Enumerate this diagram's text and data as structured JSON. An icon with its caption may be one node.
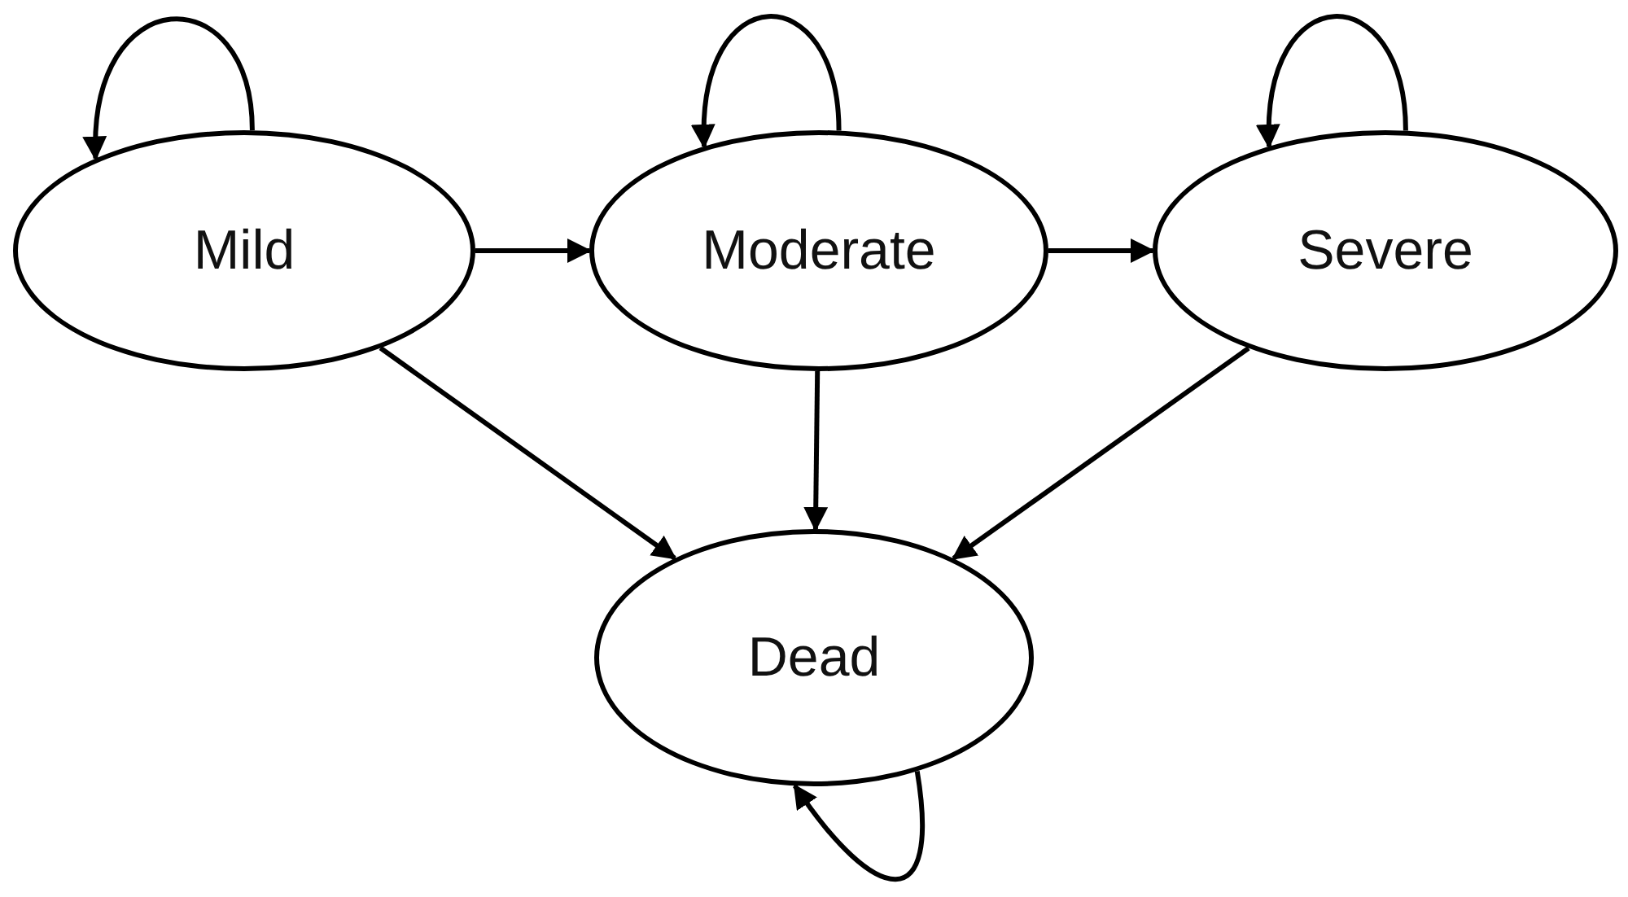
{
  "diagram": {
    "nodes": [
      {
        "text": [
          "Mild"
        ]
      },
      {
        "text": [
          "Moderate"
        ]
      },
      {
        "text": [
          "Severe"
        ]
      },
      {
        "text": [
          "Dead"
        ]
      }
    ],
    "edges": [
      {
        "from": 0,
        "to": 0,
        "arrow": "to"
      },
      {
        "from": 1,
        "to": 1,
        "arrow": "to"
      },
      {
        "from": 2,
        "to": 2,
        "arrow": "to"
      },
      {
        "from": 0,
        "to": 1,
        "arrow": "to"
      },
      {
        "from": 1,
        "to": 2,
        "arrow": "to"
      },
      {
        "from": 0,
        "to": 3,
        "arrow": "to"
      },
      {
        "from": 1,
        "to": 3,
        "arrow": "to"
      },
      {
        "from": 2,
        "to": 3,
        "arrow": "to"
      },
      {
        "from": 3,
        "to": 3,
        "arrow": "to"
      }
    ]
  }
}
